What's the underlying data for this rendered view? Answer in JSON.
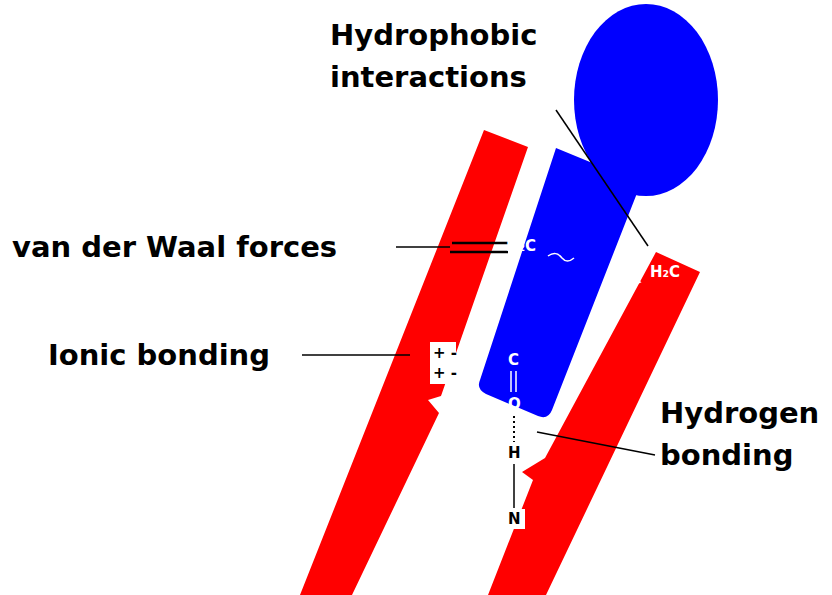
{
  "diagram": {
    "labels": [
      "Hydrophobic interactions",
      "van der Waal forces",
      "Ionic bonding",
      "Hydrogen bonding",
      "H₂C",
      "H₂C",
      "+ -",
      "+ -",
      "C",
      "O",
      "H",
      "N"
    ]
  }
}
